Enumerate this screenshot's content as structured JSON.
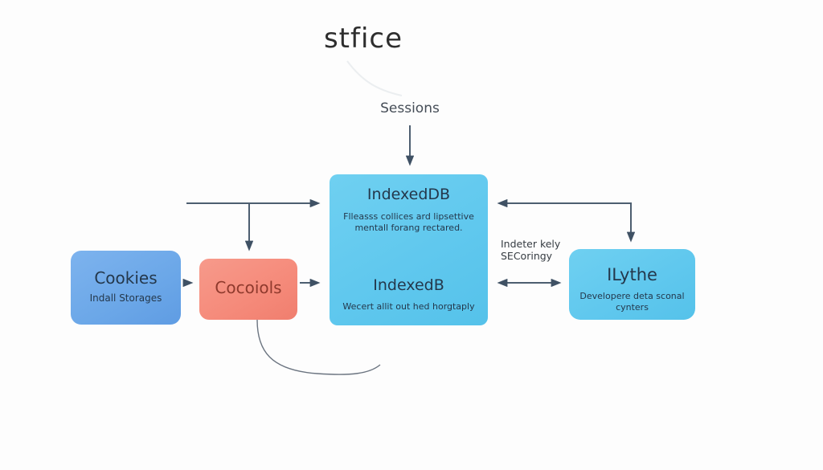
{
  "diagram": {
    "title": "stfice",
    "session_label": "Sessions",
    "note": {
      "line1": "Indeter kely",
      "line2": "SECoringy"
    },
    "nodes": {
      "central": {
        "title": "IndexedDB",
        "desc_line1": "Flleasss collices ard lipsettive",
        "desc_line2": "mentall forang rectared.",
        "secondary_title": "IndexedB",
        "secondary_desc": "Wecert allit out hed horgtaply"
      },
      "cookies": {
        "title": "Cookies",
        "desc": "Indall Storages"
      },
      "cocoiols": {
        "title": "Cocoiols"
      },
      "ilythe": {
        "title": "ILythe",
        "desc_line1": "Developere deta sconal",
        "desc_line2": "cynters"
      }
    },
    "colors": {
      "sky_blue": "#60c8ee",
      "cornflower_blue": "#6ba7e8",
      "salmon": "#f58a7a",
      "connector": "#4d5e70",
      "arrowhead": "#3f5164",
      "title_text": "#2e2e2e",
      "node_text": "#24384c",
      "salmon_text": "#8f3a2d"
    }
  }
}
